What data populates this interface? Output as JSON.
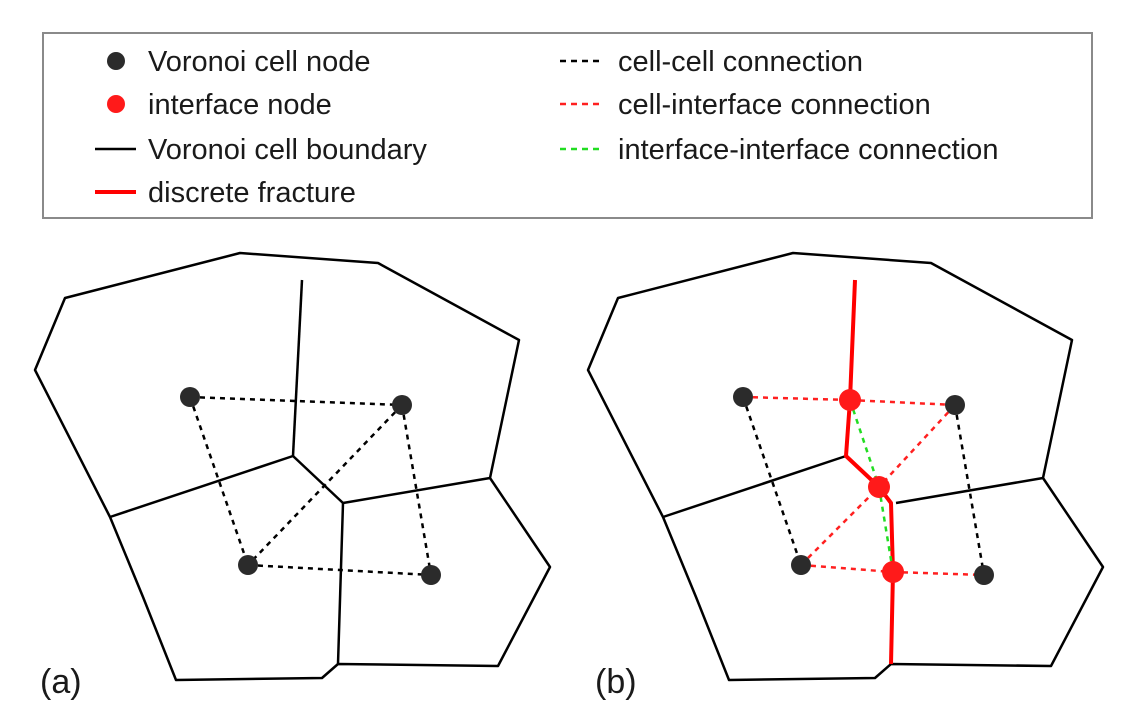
{
  "legend": {
    "items": [
      {
        "key": "cell_node",
        "label": "Voronoi cell node",
        "color": "#2b2b2b",
        "symbol": "dot"
      },
      {
        "key": "interface_node",
        "label": "interface node",
        "color": "#ff1a1a",
        "symbol": "dot"
      },
      {
        "key": "cell_boundary",
        "label": "Voronoi cell boundary",
        "color": "#000000",
        "symbol": "solid-line"
      },
      {
        "key": "fracture",
        "label": "discrete fracture",
        "color": "#ff0000",
        "symbol": "thick-solid-line"
      },
      {
        "key": "cc_conn",
        "label": "cell-cell connection",
        "color": "#000000",
        "symbol": "dashed-line"
      },
      {
        "key": "ci_conn",
        "label": "cell-interface connection",
        "color": "#ff2020",
        "symbol": "dashed-line"
      },
      {
        "key": "ii_conn",
        "label": "interface-interface connection",
        "color": "#22dd22",
        "symbol": "dashed-line"
      }
    ]
  },
  "panels": [
    {
      "key": "a",
      "label": "(a)"
    },
    {
      "key": "b",
      "label": "(b)"
    }
  ]
}
